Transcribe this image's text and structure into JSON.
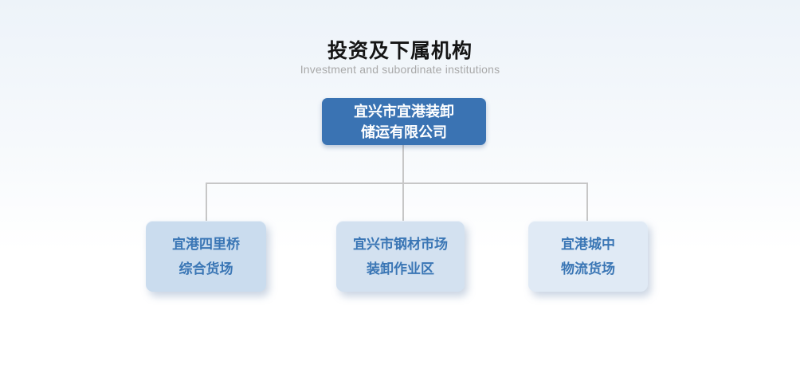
{
  "page": {
    "title": "投资及下属机构",
    "subtitle": "Investment and subordinate institutions"
  },
  "org_chart": {
    "type": "org-tree",
    "root": {
      "lines": [
        "宜兴市宜港装卸",
        "储运有限公司"
      ]
    },
    "children": [
      {
        "lines": [
          "宜港四里桥",
          "综合货场"
        ]
      },
      {
        "lines": [
          "宜兴市钢材市场",
          "装卸作业区"
        ]
      },
      {
        "lines": [
          "宜港城中",
          "物流货场"
        ]
      }
    ]
  },
  "colors": {
    "title_text": "#151515",
    "subtitle_text": "#a9a9a9",
    "root_node_bg": "#3a73b3",
    "root_node_text": "#ffffff",
    "child_node_text": "#3a76b5",
    "child_node_bg_1": "#cadcee",
    "child_node_bg_2": "#d3e1f0",
    "child_node_bg_3": "#e0eaf5",
    "connector": "#c7c7c7"
  }
}
